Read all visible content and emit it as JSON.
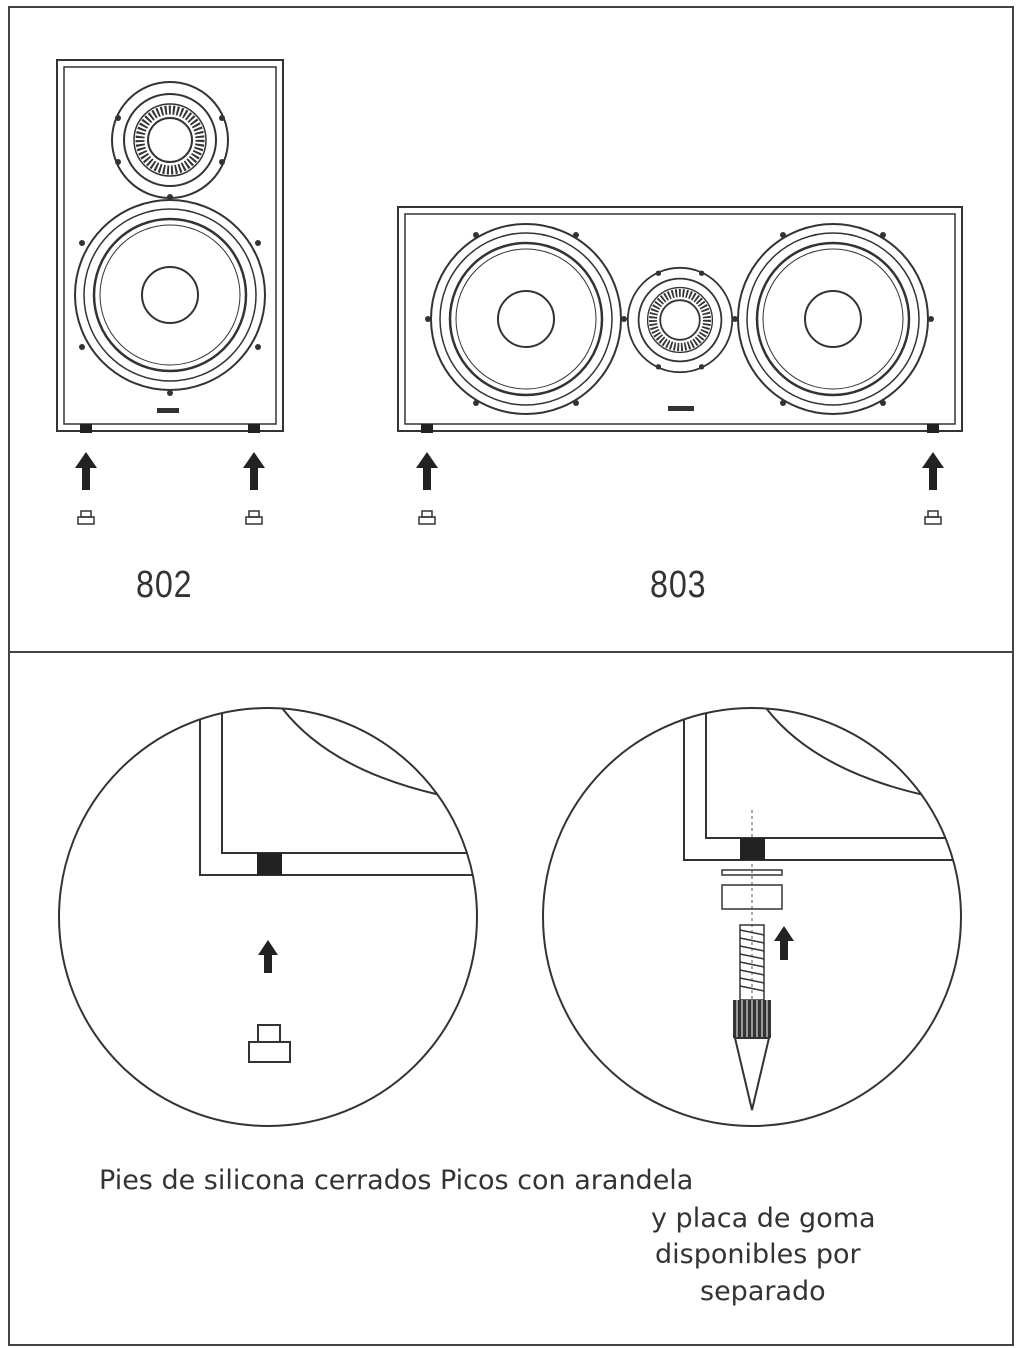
{
  "models": {
    "bookshelf": "802",
    "center": "803"
  },
  "caption": {
    "line1": "Pies de silicona cerrados Picos con arandela",
    "line2": "y placa de goma",
    "line3": "disponibles por",
    "line4": "separado"
  }
}
